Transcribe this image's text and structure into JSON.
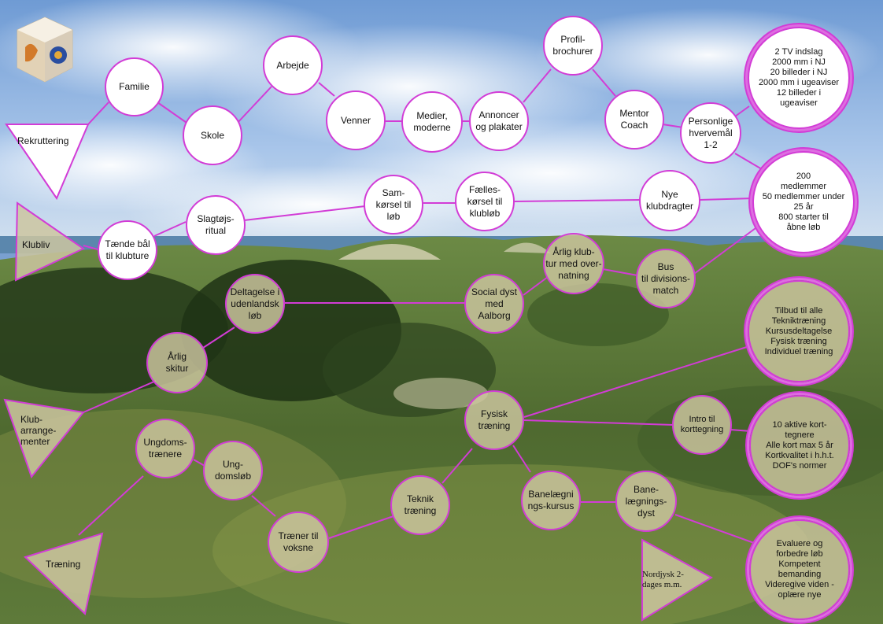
{
  "colors": {
    "accent": "#d23cd6",
    "node_white": "#ffffff",
    "node_tan": "#cdc6a0",
    "sky": "#8fb4e2",
    "sea": "#4d7ea8",
    "land": "#5d7a3a"
  },
  "logo": {
    "icon": "club-logo-cube-icon"
  },
  "triangles": {
    "rekruttering": "Rekruttering",
    "klubliv": "Klubliv",
    "klubarrangementer": "Klub-\narrange-\nmenter",
    "traening": "Træning",
    "nordjysk": "Nordjysk 2-\ndages m.m."
  },
  "nodes": {
    "familie": "Familie",
    "skole": "Skole",
    "arbejde": "Arbejde",
    "venner": "Venner",
    "medier": "Medier,\nmoderne",
    "annoncer": "Annoncer\nog plakater",
    "profilbrochurer": "Profil-\nbrochurer",
    "mentor": "Mentor\nCoach",
    "personlige": "Personlige\nhvervemål\n1-2",
    "tv": "2 TV indslag\n2000 mm i NJ\n20 billeder i NJ\n2000 mm i ugeaviser\n12  billeder  i\nugeaviser",
    "maal200": "200\nmedlemmer\n50 medlemmer under\n25 år\n800  starter  til\nåbne løb",
    "taende": "Tænde bål\ntil klubture",
    "slagtoejs": "Slagtøjs-\nritual",
    "samkoersel": "Sam-\nkørsel til\nløb",
    "faelles": "Fælles-\nkørsel til\nklubløb",
    "nye": "Nye\nklubdragter",
    "aarlig_klubtur": "Årlig klub-\ntur med over-\nnatning",
    "bus": "Bus\ntil divisions-\nmatch",
    "social": "Social dyst\nmed\nAalborg",
    "deltagelse": "Deltagelse i\nudenlandsk\nløb",
    "aarlig_skitur": "Årlig\nskitur",
    "tilbud": "Tilbud til alle\nTekniktræning\nKursusdeltagelse\nFysisk træning\nIndividuel træning",
    "fysisk": "Fysisk\ntræning",
    "intro": "Intro  til\nkorttegning",
    "aktive": "10 aktive kort-\ntegnere\nAlle kort max 5 år\nKortkvalitet i h.h.t.\nDOF's normer",
    "ungdomstraenere": "Ungdoms-\ntrænere",
    "ungdomsloeb": "Ung-\ndomsløb",
    "traener": "Træner til\nvoksne",
    "teknik": "Teknik\ntræning",
    "banelaegning_kursus": "Banelægni\nngs-kursus",
    "banelaegning_dyst": "Bane-\nlægnings-\ndyst",
    "evaluere": "Evaluere og\nforbedre løb\nKompetent\nbemanding\nVideregive viden -\noplære nye"
  }
}
